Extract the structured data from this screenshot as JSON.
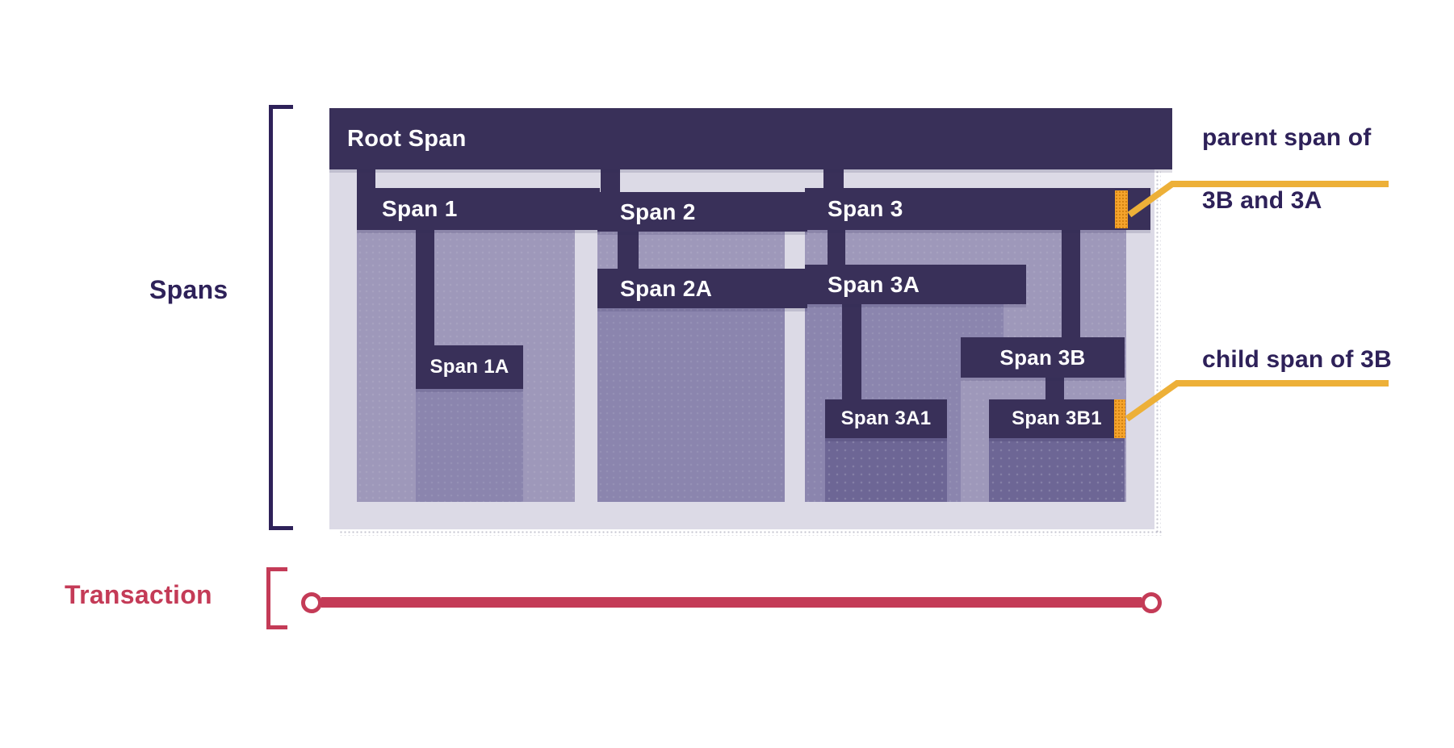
{
  "left_labels": {
    "spans": "Spans",
    "transaction": "Transaction"
  },
  "trace": {
    "root_label": "Root Span",
    "spans": [
      {
        "label": "Span 1",
        "children": [
          {
            "label": "Span 1A"
          }
        ]
      },
      {
        "label": "Span 2",
        "children": [
          {
            "label": "Span 2A"
          }
        ]
      },
      {
        "label": "Span 3",
        "children": [
          {
            "label": "Span 3A",
            "children": [
              {
                "label": "Span 3A1"
              }
            ]
          },
          {
            "label": "Span 3B",
            "children": [
              {
                "label": "Span 3B1"
              }
            ]
          }
        ]
      }
    ]
  },
  "annotations": {
    "parent_line1": "parent span of",
    "parent_line2": "3B and 3A",
    "child": "child span of 3B"
  },
  "colors": {
    "dark_purple": "#393059",
    "container_bg": "#dcdae6",
    "duration_light": "#9e98ba",
    "duration_mid": "#8b85ae",
    "duration_dark": "#6d6695",
    "marker_orange": "#f5a32b",
    "marker_dot": "#d07f10",
    "annotation_yellow": "#edb038",
    "transaction_red": "#c43b57",
    "text_navy": "#2e2159"
  }
}
